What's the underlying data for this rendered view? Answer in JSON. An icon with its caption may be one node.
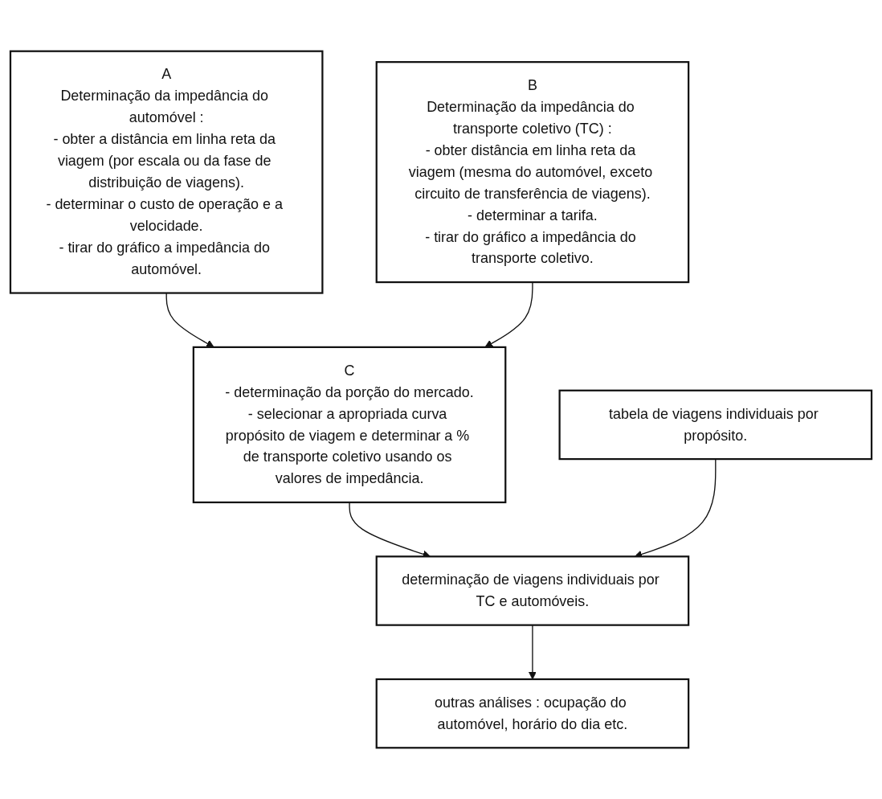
{
  "diagram": {
    "nodes": [
      {
        "text": [
          "A",
          "Determinação da impedância do automóvel :",
          "- obter a distância em linha reta da viagem (por escala ou da fase de distribuição de viagens).",
          "- determinar o custo de operação e a velocidade.",
          "- tirar do gráfico a impedância do automóvel."
        ]
      },
      {
        "text": [
          "B",
          "Determinação da impedância do transporte coletivo (TC) :",
          "- obter distância em linha reta da viagem (mesma do automóvel, exceto circuito de transferência de viagens).",
          "- determinar a tarifa.",
          "- tirar do gráfico a impedância do transporte coletivo."
        ]
      },
      {
        "text": [
          "C",
          "- determinação da porção do mercado.",
          "- selecionar a apropriada curva propósito de viagem e determinar a % de transporte coletivo usando os valores de impedância."
        ]
      },
      {
        "text": [
          "tabela de viagens individuais por propósito."
        ]
      },
      {
        "text": [
          "determinação de viagens individuais por TC e automóveis."
        ]
      },
      {
        "text": [
          "outras análises : ocupação do automóvel, horário do dia etc."
        ]
      }
    ],
    "edges": [
      {
        "from": 0,
        "to": 2,
        "arrow": "to"
      },
      {
        "from": 1,
        "to": 2,
        "arrow": "to"
      },
      {
        "from": 2,
        "to": 4,
        "arrow": "to"
      },
      {
        "from": 3,
        "to": 4,
        "arrow": "to"
      },
      {
        "from": 4,
        "to": 5,
        "arrow": "to"
      }
    ]
  }
}
